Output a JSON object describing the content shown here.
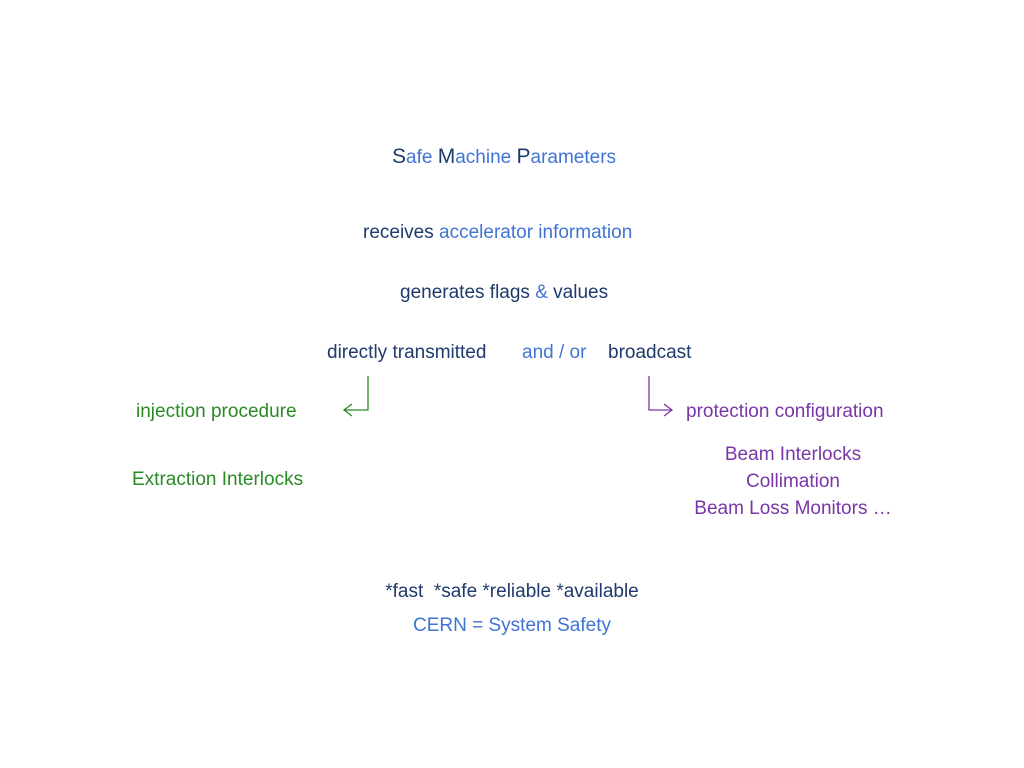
{
  "title": {
    "parts": [
      {
        "cap": "S",
        "rest": "afe"
      },
      {
        "cap": "M",
        "rest": "achine"
      },
      {
        "cap": "P",
        "rest": "arameters"
      }
    ]
  },
  "line1": {
    "a": "receives",
    "b": "accelerator information"
  },
  "line2": {
    "a": "generates flags",
    "amp": "&",
    "b": "values"
  },
  "line3": {
    "a": "directly transmitted",
    "mid": "and / or",
    "b": "broadcast"
  },
  "left": {
    "label1": "injection procedure",
    "label2": "Extraction Interlocks"
  },
  "right": {
    "label1": "protection configuration",
    "items": [
      "Beam Interlocks",
      "Collimation",
      "Beam Loss Monitors …"
    ]
  },
  "footer": {
    "line1": "*fast  *safe *reliable *available",
    "line2": "CERN = System Safety"
  },
  "colors": {
    "navy": "#1f3a6b",
    "blue": "#3f74d6",
    "green": "#2a8a24",
    "purple": "#7a35a6"
  }
}
